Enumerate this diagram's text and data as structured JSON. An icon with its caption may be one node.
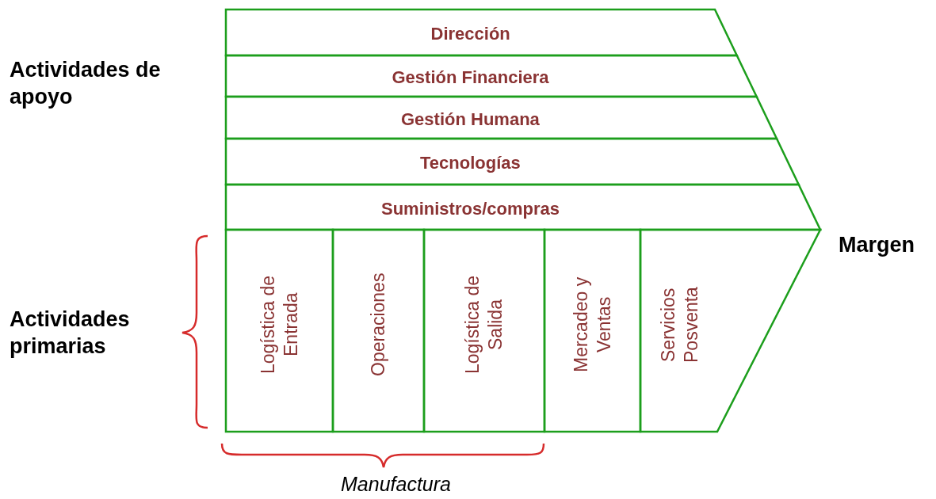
{
  "diagram": {
    "nodes": [
      {
        "text": [
          "Dirección"
        ]
      },
      {
        "text": [
          "Gestión Financiera"
        ]
      },
      {
        "text": [
          "Gestión Humana"
        ]
      },
      {
        "text": [
          "Tecnologías"
        ]
      },
      {
        "text": [
          "Suministros/compras"
        ]
      },
      {
        "text": [
          "Logística de Entrada"
        ]
      },
      {
        "text": [
          "Operaciones"
        ]
      },
      {
        "text": [
          "Logística de Salida"
        ]
      },
      {
        "text": [
          "Mercadeo y Ventas"
        ]
      },
      {
        "text": [
          "Servicios Posventa"
        ]
      }
    ],
    "labels": [
      "Actividades de apoyo",
      "Margen",
      "Actividades primarias",
      "Manufactura"
    ]
  }
}
